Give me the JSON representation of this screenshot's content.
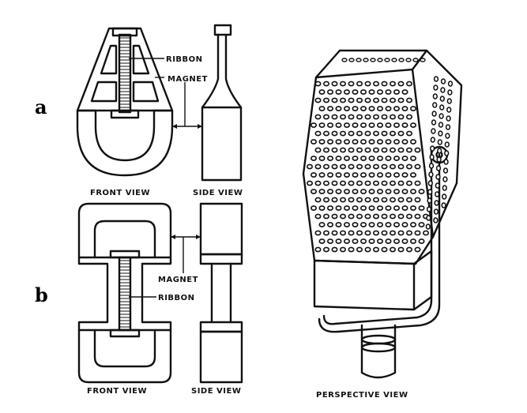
{
  "labels": {
    "a": "a",
    "b": "b",
    "ribbon_a": "RIBBON",
    "magnet_a": "MAGNET",
    "front_view_a": "FRONT VIEW",
    "side_view_a": "SIDE VIEW",
    "magnet_b": "MAGNET",
    "ribbon_b": "RIBBON",
    "front_view_b": "FRONT VIEW",
    "side_view_b": "SIDE VIEW",
    "perspective_view": "PERSPECTIVE VIEW"
  }
}
